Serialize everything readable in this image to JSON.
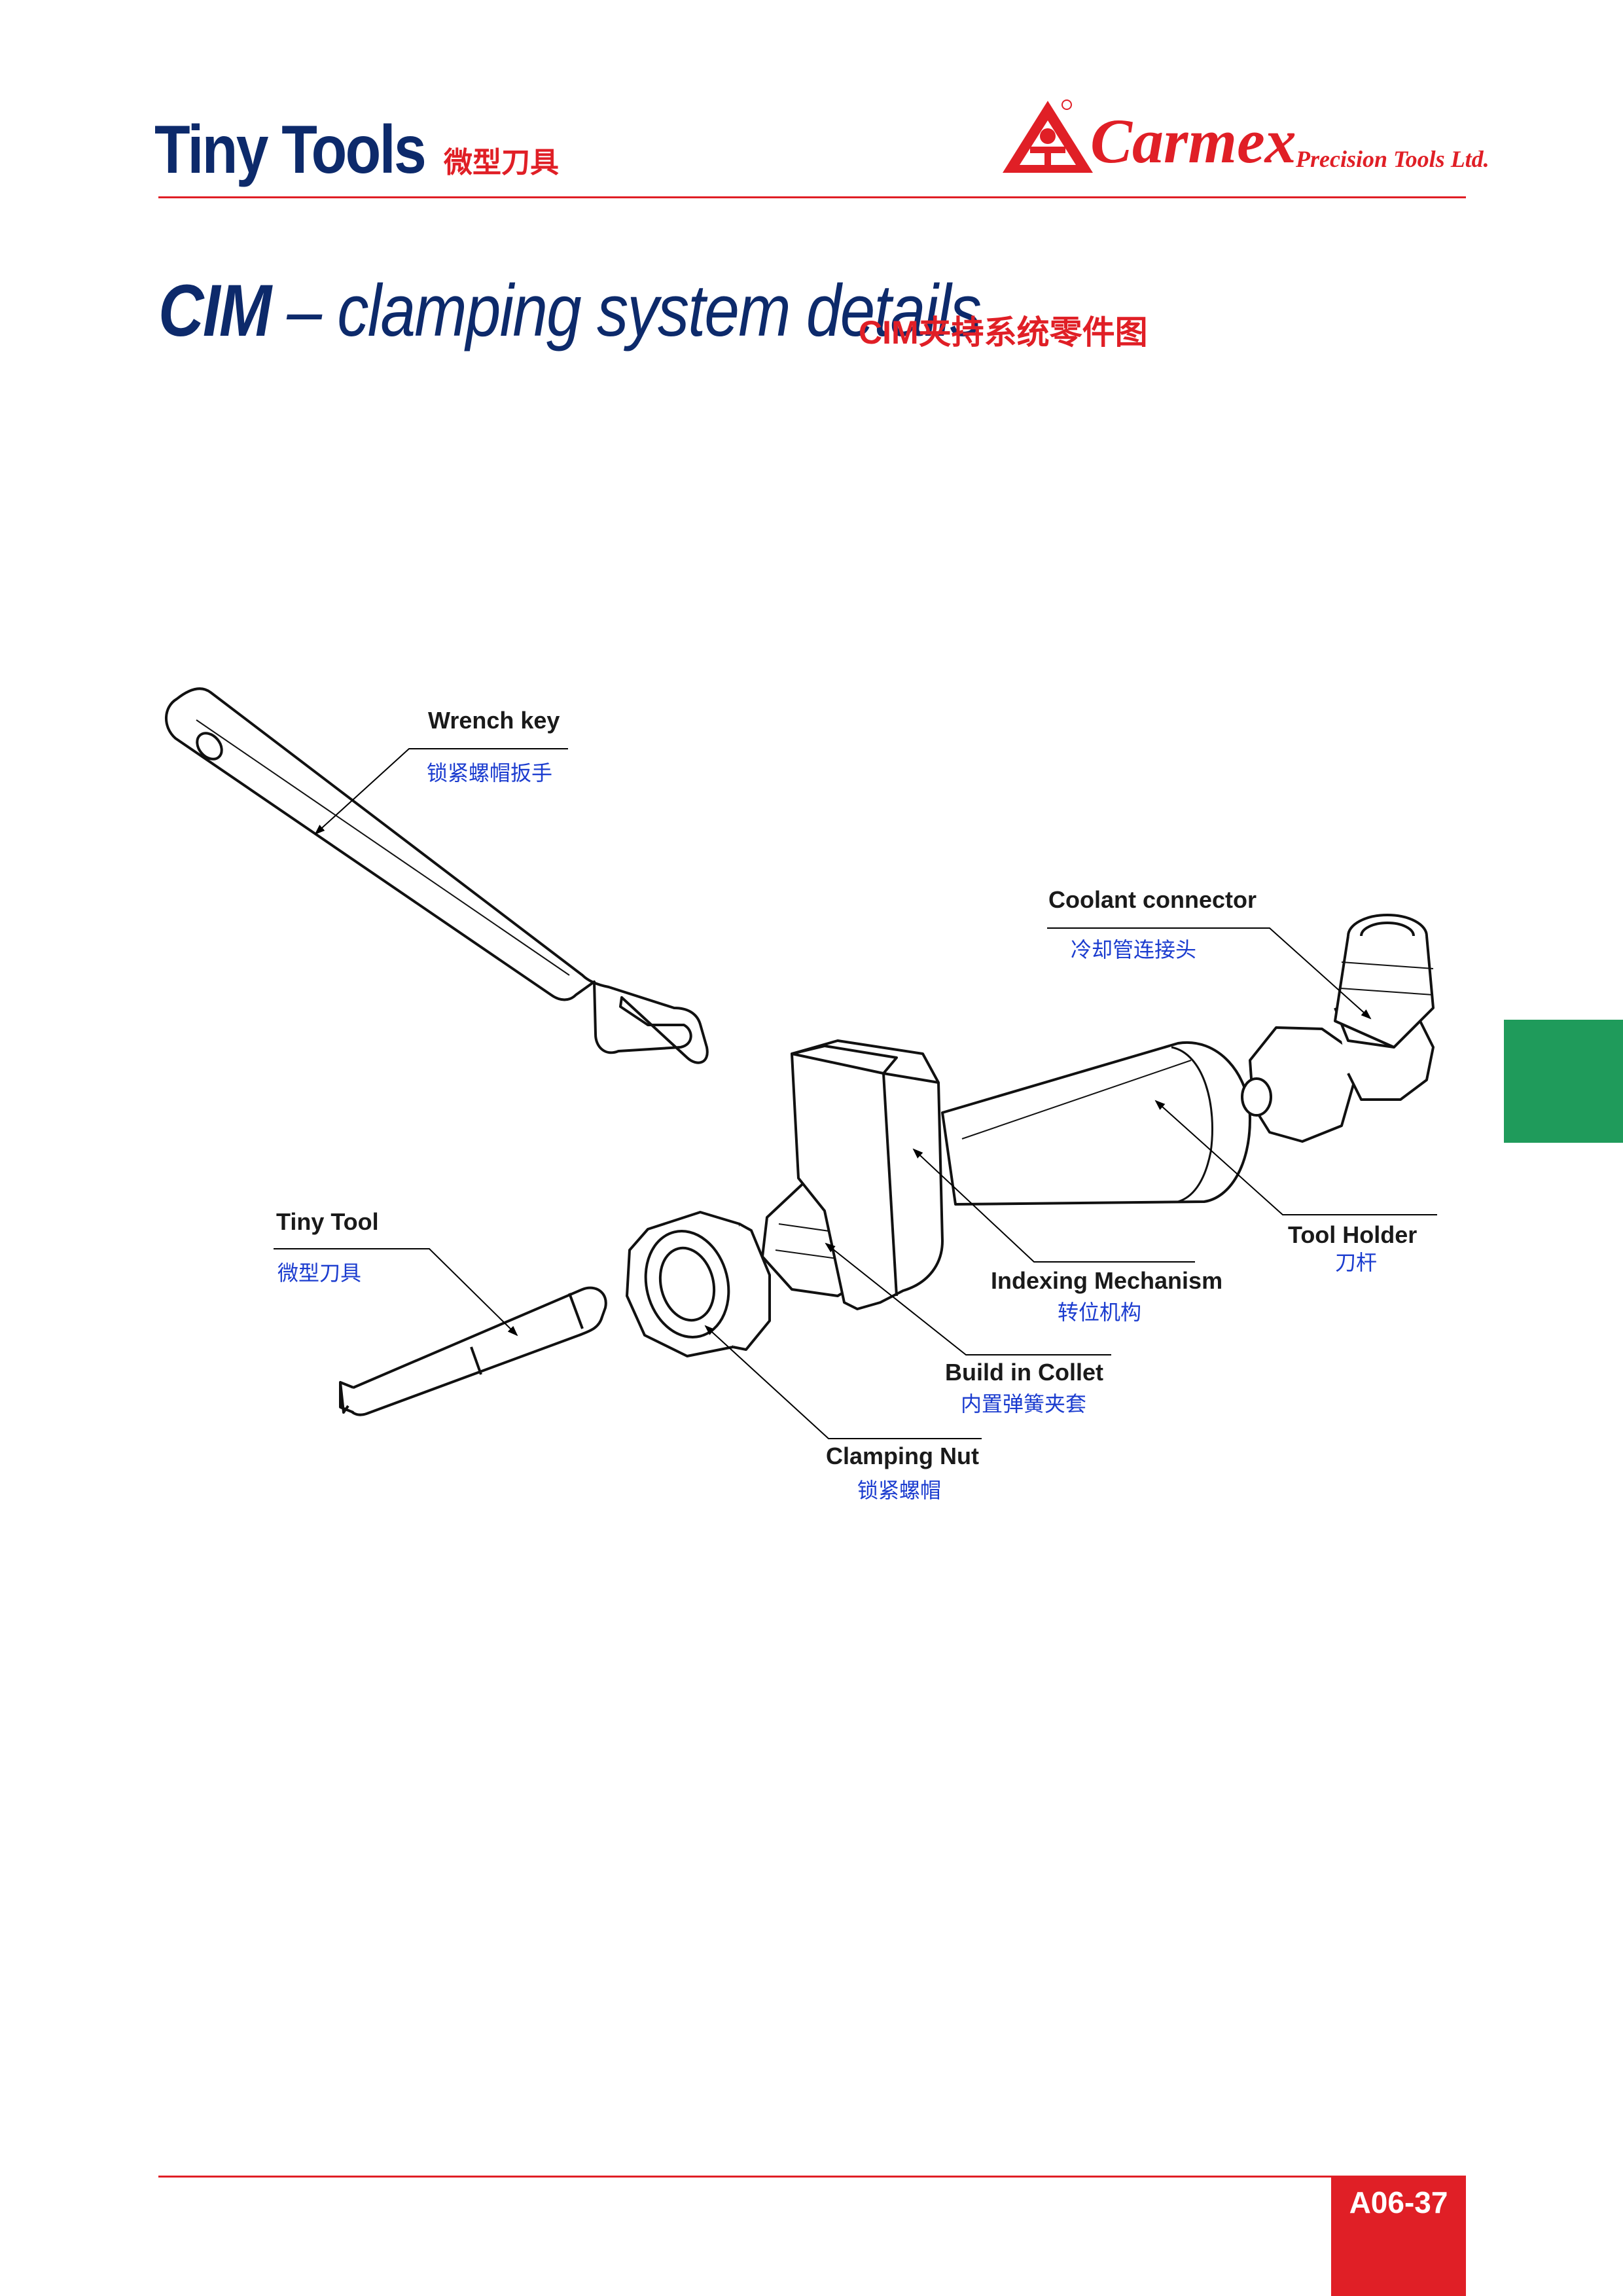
{
  "header": {
    "title": "Tiny Tools",
    "title_cn": "微型刀具",
    "brand": "Carmex",
    "brand_sub": "Precision Tools Ltd."
  },
  "section": {
    "title_bold": "CIM",
    "title_rest": " – clamping system details",
    "title_cn": "CIM夹持系统零件图"
  },
  "labels": {
    "wrench_key": {
      "en": "Wrench key",
      "cn": "锁紧螺帽扳手"
    },
    "coolant_connector": {
      "en": "Coolant connector",
      "cn": "冷却管连接头"
    },
    "tiny_tool": {
      "en": "Tiny Tool",
      "cn": "微型刀具"
    },
    "tool_holder": {
      "en": "Tool Holder",
      "cn": "刀杆"
    },
    "indexing_mechanism": {
      "en": "Indexing Mechanism",
      "cn": "转位机构"
    },
    "build_in_collet": {
      "en": "Build in Collet",
      "cn": "内置弹簧夹套"
    },
    "clamping_nut": {
      "en": "Clamping Nut",
      "cn": "锁紧螺帽"
    }
  },
  "footer": {
    "page_number": "A06-37"
  },
  "colors": {
    "brand_red": "#e01f26",
    "title_navy": "#0d2a6b",
    "label_blue": "#1b3ccf",
    "tab_green": "#1f9b5b"
  }
}
